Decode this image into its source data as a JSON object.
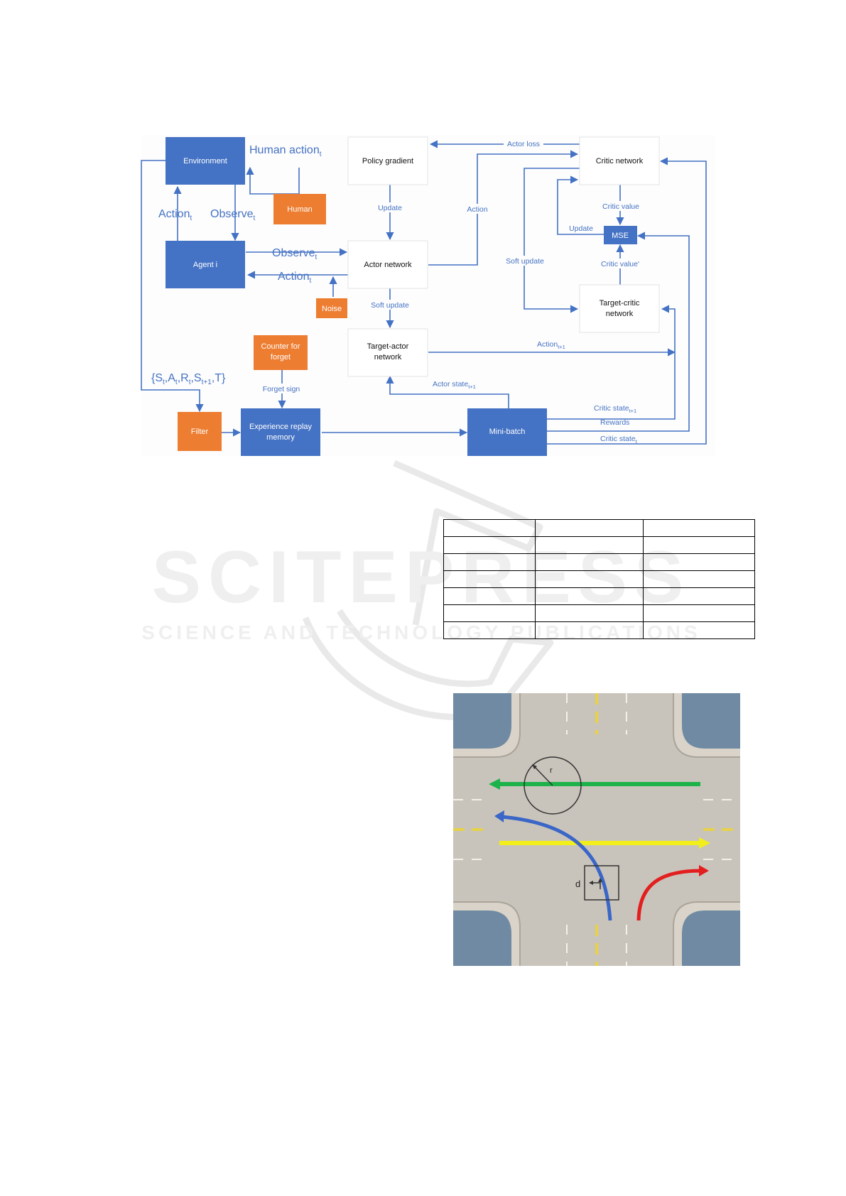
{
  "diagram": {
    "boxes": {
      "environment": "Environment",
      "human": "Human",
      "agent": "Agent i",
      "noise": "Noise",
      "counter": [
        "Counter for",
        "forget"
      ],
      "filter": "Filter",
      "experience": [
        "Experience replay",
        "memory"
      ],
      "minibatch": "Mini-batch",
      "policy_gradient": "Policy gradient",
      "actor_network": "Actor network",
      "target_actor": [
        "Target-actor",
        "network"
      ],
      "critic_network": "Critic network",
      "mse": "MSE",
      "target_critic": [
        "Target-critic",
        "network"
      ]
    },
    "labels": {
      "human_action": "Human action",
      "human_action_sub": "t",
      "action_left": "Action",
      "action_left_sub": "t",
      "observe_left": "Observe",
      "observe_left_sub": "t",
      "observe_right": "Observe",
      "observe_right_sub": "t",
      "action_right": "Action",
      "action_right_sub": "t",
      "tuple": "{S",
      "tuple_parts": [
        "t",
        ",A",
        "t",
        ",R",
        "t",
        ",S",
        "t+1",
        ",T}"
      ],
      "forget_sign": "Forget sign",
      "update_pg": "Update",
      "action_mid": "Action",
      "soft_update_actor": "Soft update",
      "actor_loss": "Actor loss",
      "critic_value": "Critic value",
      "critic_value_prime": "Critic value'",
      "update_critic": "Update",
      "soft_update_critic": "Soft update",
      "action_t1": "Action",
      "action_t1_sub": "t+1",
      "actor_state": "Actor state",
      "actor_state_sub": "t+1",
      "critic_state_t1": "Critic state",
      "critic_state_t1_sub": "t+1",
      "rewards": "Rewards",
      "critic_state_t": "Critic state",
      "critic_state_t_sub": "t"
    }
  },
  "watermark": {
    "main": "SCITEPRESS",
    "sub": "SCIENCE AND TECHNOLOGY PUBLICATIONS"
  },
  "table": {
    "rows": [
      [
        "",
        "",
        ""
      ],
      [
        "",
        "",
        ""
      ],
      [
        "",
        "",
        ""
      ],
      [
        "",
        "",
        ""
      ],
      [
        "",
        "",
        ""
      ],
      [
        "",
        "",
        ""
      ],
      [
        "",
        "",
        ""
      ]
    ]
  },
  "intersection": {
    "radius_label": "r",
    "distance_label": "d",
    "colors": {
      "green": "#1db34a",
      "blue": "#3a66c8",
      "yellow": "#f2ee1a",
      "red": "#e31e1e",
      "road": "#c9c4bb",
      "water": "#6f8aa2"
    }
  }
}
